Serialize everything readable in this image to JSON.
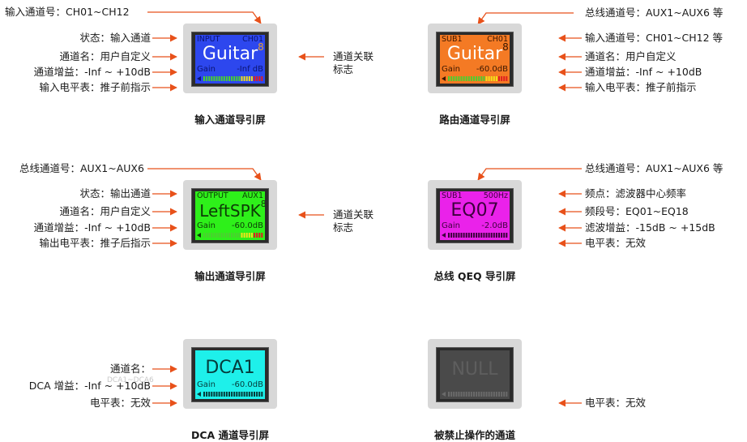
{
  "accent_color": "#e8511a",
  "panels": [
    {
      "id": "input",
      "screen_color": "#2d47ee",
      "text_color": "#0b1470",
      "big_color": "#ffffff",
      "top_left": "INPUT",
      "top_right": "CH01",
      "main": "Guitar",
      "link_icon": "8",
      "gain_label": "Gain",
      "gain_value": "-Inf dB",
      "caption": "输入通道导引屏",
      "left_labels": [
        "状态：输入通道",
        "通道名：用户自定义",
        "通道增益：-Inf ~ +10dB",
        "输入电平表：推子前指示"
      ],
      "top_label": "输入通道号：CH01~CH12",
      "right_labels": [
        "通道关联",
        "标志"
      ]
    },
    {
      "id": "route",
      "screen_color": "#f47a24",
      "text_color": "#3b1700",
      "big_color": "#ffffff",
      "top_left": "SUB1",
      "top_right": "CH01",
      "main": "Guitar",
      "link_icon": "8",
      "gain_label": "Gain",
      "gain_value": "-60.0dB",
      "caption": "路由通道导引屏",
      "top_label": "总线通道号：AUX1~AUX6 等",
      "right_labels": [
        "输入通道号：CH01~CH12 等",
        "通道名：用户自定义",
        "通道增益：-Inf ~ +10dB",
        "输入电平表：推子前指示"
      ]
    },
    {
      "id": "output",
      "screen_color": "#2ef01a",
      "text_color": "#0d3a06",
      "big_color": "#0d3a06",
      "top_left": "OUTPUT",
      "top_right": "AUX1",
      "main": "LeftSPK",
      "link_icon": "8",
      "gain_label": "Gain",
      "gain_value": "-60.0dB",
      "caption": "输出通道导引屏",
      "top_label": "总线通道号：AUX1~AUX6",
      "left_labels": [
        "状态：输出通道",
        "通道名：用户自定义",
        "通道增益：-Inf ~ +10dB",
        "输出电平表：推子后指示"
      ],
      "right_labels": [
        "通道关联",
        "标志"
      ]
    },
    {
      "id": "qeq",
      "screen_color": "#ea22ea",
      "text_color": "#3d003d",
      "big_color": "#3d003d",
      "top_left": "SUB1",
      "top_right": "500Hz",
      "main": "EQ07",
      "gain_label": "Gain",
      "gain_value": "-2.0dB",
      "caption": "总线 QEQ 导引屏",
      "top_label": "总线通道号：AUX1~AUX6 等",
      "right_labels": [
        "频点：滤波器中心频率",
        "频段号：EQ01~EQ18",
        "滤波增益：-15dB ~ +15dB",
        "电平表：无效"
      ]
    },
    {
      "id": "dca",
      "screen_color": "#1ef0ea",
      "text_color": "#053b3a",
      "big_color": "#053b3a",
      "main": "DCA1",
      "gain_label": "Gain",
      "gain_value": "-60.0dB",
      "caption": "DCA 通道导引屏",
      "left_labels": [
        "通道名：",
        "DCA 增益：-Inf ~ +10dB",
        "电平表：无效"
      ],
      "ghost_label": "DCA1~DCA6"
    },
    {
      "id": "null",
      "screen_color": "#4a4a4a",
      "text_color": "#6a6a6a",
      "big_color": "#5e5e5e",
      "main": "NULL",
      "caption": "被禁止操作的通道",
      "right_labels": [
        "电平表：无效"
      ]
    }
  ]
}
